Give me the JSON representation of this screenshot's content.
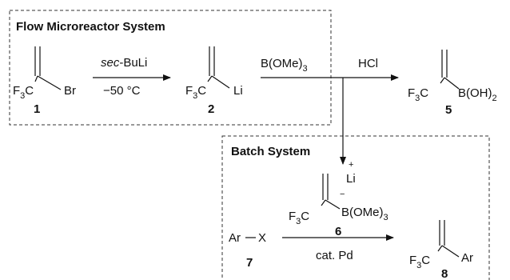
{
  "flow_box": {
    "title": "Flow Microreactor System"
  },
  "batch_box": {
    "title": "Batch System"
  },
  "compounds": {
    "c1": {
      "cf3": "F",
      "cf3_sub": "3",
      "cf3_c": "C",
      "group": "Br",
      "number": "1"
    },
    "c2": {
      "cf3": "F",
      "cf3_sub": "3",
      "cf3_c": "C",
      "group": "Li",
      "number": "2"
    },
    "c5": {
      "cf3": "F",
      "cf3_sub": "3",
      "cf3_c": "C",
      "group": "B(OH)",
      "group_sub": "2",
      "number": "5"
    },
    "c6": {
      "cf3": "F",
      "cf3_sub": "3",
      "cf3_c": "C",
      "cation": "Li",
      "cation_charge": "+",
      "anion_charge": "−",
      "group": "B(OMe)",
      "group_sub": "3",
      "number": "6"
    },
    "c7": {
      "left": "Ar",
      "right": "X",
      "number": "7"
    },
    "c8": {
      "cf3": "F",
      "cf3_sub": "3",
      "cf3_c": "C",
      "group": "Ar",
      "number": "8"
    }
  },
  "reagents": {
    "step1_above_italic": "sec",
    "step1_above_rest": "-BuLi",
    "step1_below": "−50 °C",
    "step2_above": "B(OMe)",
    "step2_above_sub": "3",
    "step3_above": "HCl",
    "step4_below": "cat. Pd"
  }
}
